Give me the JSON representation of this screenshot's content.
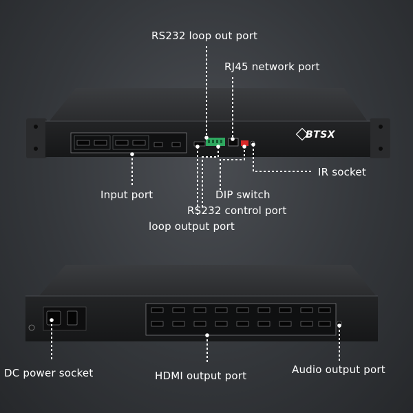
{
  "brand": "BTSX",
  "labels": {
    "rs232_loop_out": "RS232 loop out port",
    "rj45": "RJ45 network port",
    "ir_socket": "IR socket",
    "input_port": "Input port",
    "dip_switch": "DIP switch",
    "rs232_control": "RS232 control port",
    "loop_output": "loop output port",
    "dc_power": "DC power socket",
    "hdmi_output": "HDMI output port",
    "audio_output": "Audio output port"
  },
  "colors": {
    "background": "#34373b",
    "chassis": "#1c1d1f",
    "panel": "#2b2c2e",
    "label_text": "#ffffff",
    "dip_switch": "#d82828",
    "terminal_block": "#2fa860"
  }
}
